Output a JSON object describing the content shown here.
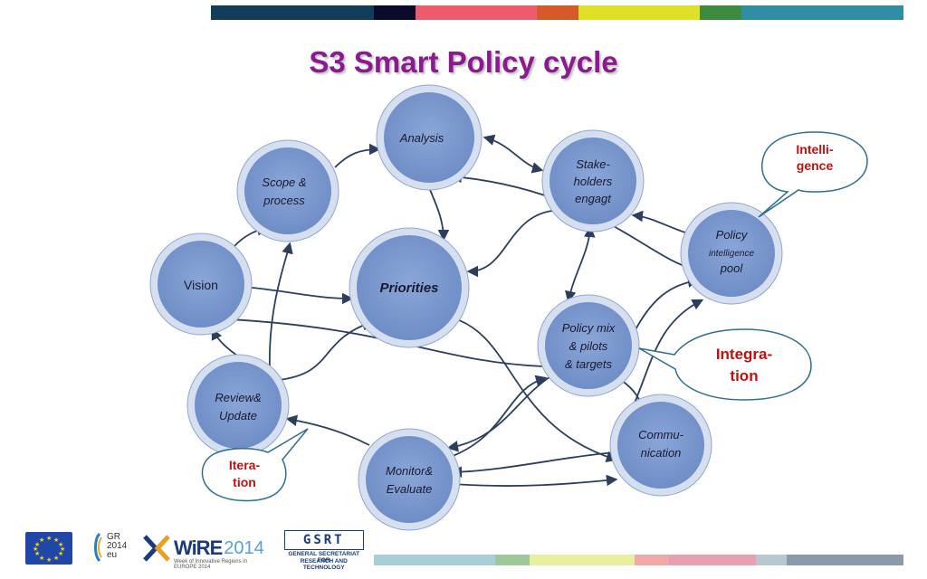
{
  "title": "S3 Smart Policy cycle",
  "colors": {
    "node_fill": "#7d9bd0",
    "node_ring": "#d6dff0",
    "node_stroke": "#8fa6cf",
    "arrow": "#2b3f5c",
    "title": "#8b1a8f",
    "callout_text": "#c01010",
    "callout_stroke": "#2e6e8e"
  },
  "top_bar_colors": [
    "#123d5a",
    "#0a0a2a",
    "#ee5a6e",
    "#d45a2a",
    "#dfe02a",
    "#3e8a3e",
    "#2f8ea2"
  ],
  "bottom_bar_colors": [
    "#a8cfd8",
    "#9cc89a",
    "#e8f0a0",
    "#f0a8a8",
    "#e8a0b0",
    "#b8c8d0",
    "#8a9aa8"
  ],
  "nodes": {
    "analysis": "Analysis",
    "scope_1": "Scope &",
    "scope_2": "process",
    "stake_1": "Stake-",
    "stake_2": "holders",
    "stake_3": "engagt",
    "policy_pool_1": "Policy",
    "policy_pool_2": "intelligence",
    "policy_pool_3": "pool",
    "vision": "Vision",
    "priorities": "Priorities",
    "policy_mix_1": "Policy mix",
    "policy_mix_2": "& pilots",
    "policy_mix_3": "& targets",
    "review_1": "Review&",
    "review_2": "Update",
    "communication_1": "Commu-",
    "communication_2": "nication",
    "monitor_1": "Monitor&",
    "monitor_2": "Evaluate"
  },
  "callouts": {
    "intelligence_1": "Intelli-",
    "intelligence_2": "gence",
    "integration_1": "Integra-",
    "integration_2": "tion",
    "iteration_1": "Itera-",
    "iteration_2": "tion"
  },
  "footer": {
    "gr_1": "GR",
    "gr_2": "2014",
    "gr_3": "eu",
    "wire_word": "WiRE",
    "wire_year": "2014",
    "wire_sub": "Week of Innovative Regions in EUROPE 2014",
    "gsrt_mark": "GSRT",
    "gsrt_line_1": "GENERAL SECRETARIAT FOR",
    "gsrt_line_2": "RESEARCH AND TECHNOLOGY"
  }
}
